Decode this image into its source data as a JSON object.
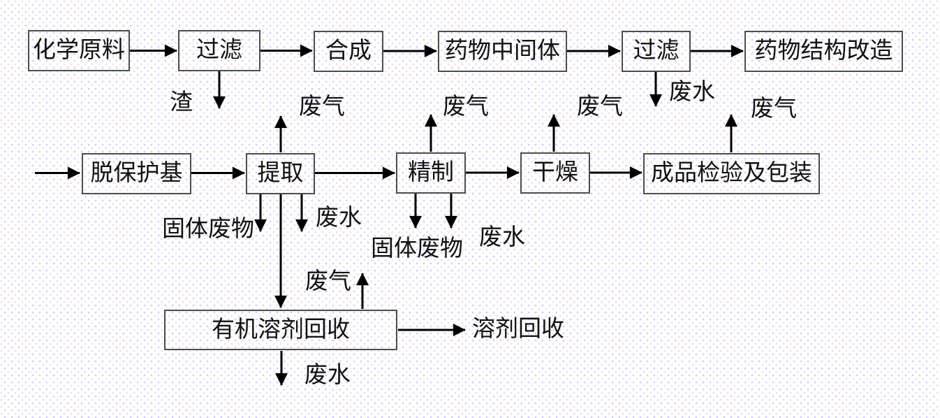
{
  "flowchart": {
    "boxes": {
      "chemical_raw_material": "化学原料",
      "filtration_1": "过滤",
      "synthesis": "合成",
      "drug_intermediate": "药物中间体",
      "filtration_2": "过滤",
      "drug_structure_modification": "药物结构改造",
      "deprotection": "脱保护基",
      "extraction": "提取",
      "refining": "精制",
      "drying": "干燥",
      "product_inspection_packaging": "成品检验及包装",
      "organic_solvent_recovery": "有机溶剂回收"
    },
    "labels": {
      "residue": "渣",
      "waste_water_filtration2": "废水",
      "waste_gas_extraction": "废气",
      "waste_gas_refining": "废气",
      "waste_gas_drying": "废气",
      "waste_gas_packaging": "废气",
      "solid_waste_extraction": "固体废物",
      "waste_water_extraction": "废水",
      "solid_waste_refining": "固体废物",
      "waste_water_refining": "废水",
      "waste_gas_solvent_recovery": "废气",
      "solvent_recovery_output": "溶剂回收",
      "waste_water_solvent_recovery": "废水"
    },
    "colors": {
      "line": "#000000",
      "box_border": "#4d4d4d",
      "text": "#121212",
      "dot_purple": "#8c80e8",
      "dot_pink": "#dea2ac"
    }
  }
}
